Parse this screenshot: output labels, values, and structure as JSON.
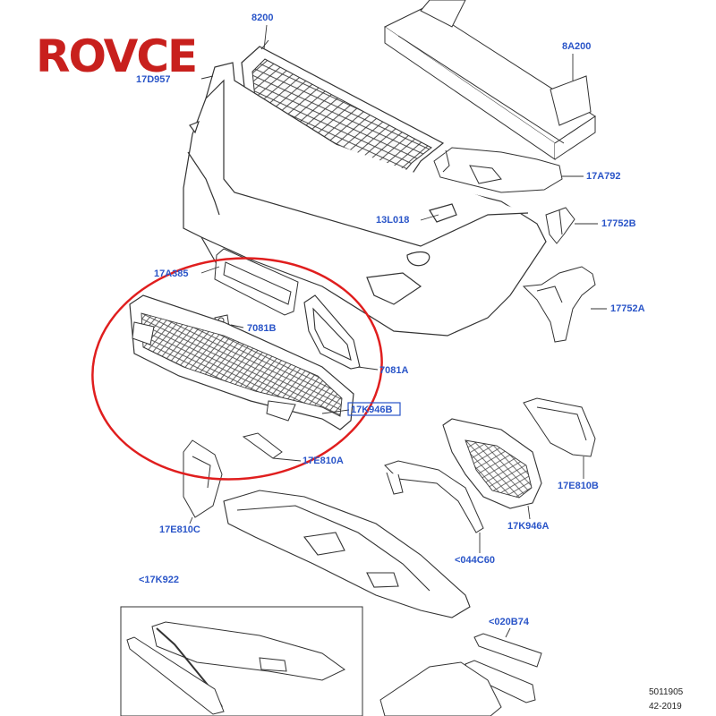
{
  "brand": {
    "text": "ROVCE"
  },
  "parts": {
    "p8200": "8200",
    "p8A200": "8A200",
    "p17D957": "17D957",
    "p17A792": "17A792",
    "p13L018": "13L018",
    "p17752B": "17752B",
    "p17A385": "17A385",
    "p17752A": "17752A",
    "p7081B": "7081B",
    "p7081A": "7081A",
    "p17K946B": "17K946B",
    "p17E810A": "17E810A",
    "p17E810B": "17E810B",
    "p17K946A": "17K946A",
    "p17E810C": "17E810C",
    "p044C60": "<044C60",
    "p17K922": "<17K922",
    "p020B74": "<020B74"
  },
  "footer": {
    "number": "5011905",
    "date": "42-2019"
  },
  "colors": {
    "callout": "#2a55c8",
    "highlight_ring": "#e01e1e",
    "brand": "#c8201d",
    "line": "#333333"
  }
}
